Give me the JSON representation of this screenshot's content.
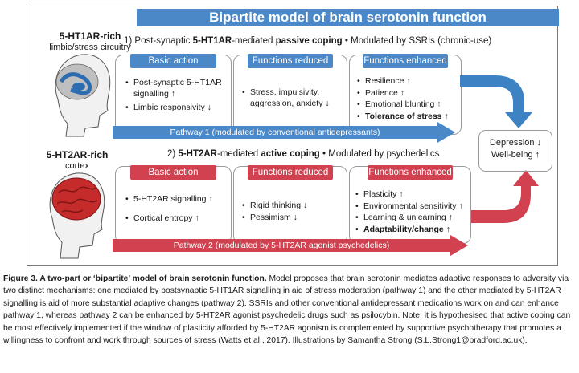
{
  "title": "Bipartite model of brain serotonin function",
  "top": {
    "brain_label_bold": "5-HT1AR-rich",
    "brain_label_sub": "limbic/stress circuitry",
    "heading_parts": [
      "1) Post-synaptic ",
      "5-HT1AR",
      "-mediated ",
      "passive coping",
      " • Modulated by SSRIs (chronic-use)"
    ],
    "cards": [
      {
        "header": "Basic action",
        "items": [
          "Post-synaptic 5-HT1AR signalling ↑",
          "Limbic responsivity ↓"
        ]
      },
      {
        "header": "Functions reduced",
        "items": [
          "Stress, impulsivity, aggression, anxiety ↓"
        ]
      },
      {
        "header": "Functions enhanced",
        "items": [
          "Resilience ↑",
          "Patience ↑",
          "Emotional blunting ↑",
          "Tolerance of stress ↑"
        ]
      }
    ],
    "pathway": "Pathway 1 (modulated by conventional antidepressants)",
    "color": "#4a88c7"
  },
  "bottom": {
    "brain_label_bold": "5-HT2AR-rich",
    "brain_label_sub": "cortex",
    "heading_parts": [
      "2) ",
      "5-HT2AR",
      "-mediated ",
      "active coping",
      " • Modulated by psychedelics"
    ],
    "cards": [
      {
        "header": "Basic action",
        "items": [
          "5-HT2AR signalling ↑",
          "Cortical entropy ↑"
        ]
      },
      {
        "header": "Functions reduced",
        "items": [
          "Rigid thinking ↓",
          "Pessimism ↓"
        ]
      },
      {
        "header": "Functions enhanced",
        "items": [
          "Plasticity ↑",
          "Environmental sensitivity ↑",
          "Learning & unlearning ↑",
          "Adaptability/change ↑"
        ]
      }
    ],
    "pathway": "Pathway 2 (modulated by 5-HT2AR agonist psychedelics)",
    "color": "#d1414f"
  },
  "outcome": {
    "line1": "Depression ↓",
    "line2": "Well-being ↑"
  },
  "caption": {
    "lead": "Figure 3. A two-part or ‘bipartite’ model of brain serotonin function.",
    "body": " Model proposes that brain serotonin mediates adaptive responses to adversity via two distinct mechanisms: one mediated by postsynaptic 5-HT1AR signalling in aid of stress moderation (pathway 1) and the other mediated by 5-HT2AR signalling is aid of more substantial adaptive changes (pathway 2). SSRIs and other conventional antidepressant medications work on and can enhance pathway 1, whereas pathway 2 can be enhanced by 5-HT2AR agonist psychedelic drugs such as psilocybin. Note: it is hypothesised that active coping can be most effectively implemented if the window of plasticity afforded by 5-HT2AR agonism is complemented by supportive psychotherapy that promotes a willingness to confront and work through sources of stress (Watts et al., 2017). Illustrations by Samantha Strong (S.L.Strong1@bradford.ac.uk)."
  }
}
